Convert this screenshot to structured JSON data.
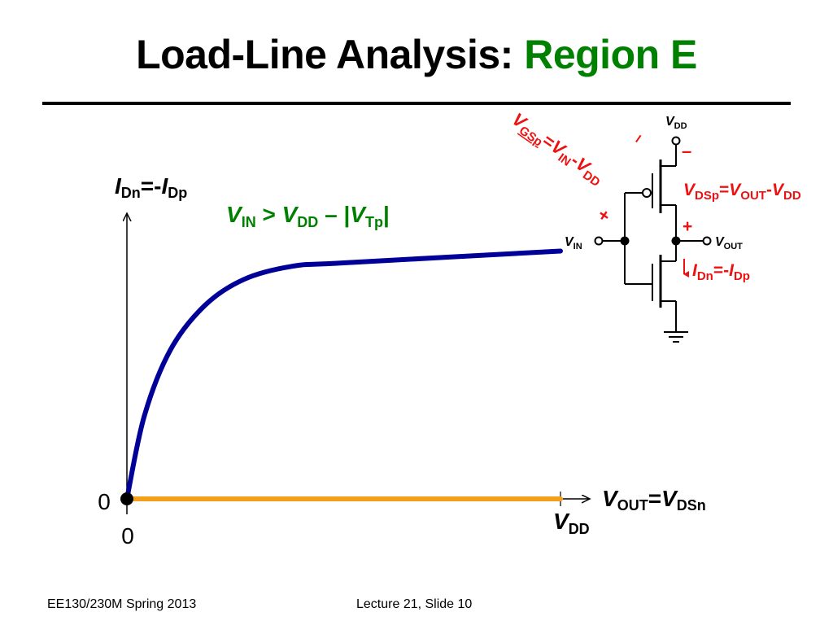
{
  "slide": {
    "title_main": "Load-Line Analysis:",
    "title_accent": "Region E",
    "colors": {
      "accent_green": "#008000",
      "curve_blue": "#000099",
      "load_orange": "#f5a01a",
      "annotation_red": "#ee1111"
    }
  },
  "chart_data": {
    "type": "line",
    "condition": {
      "sym_in": "V",
      "sub_in": "IN",
      "op": ">",
      "sym_dd": "V",
      "sub_dd": "DD",
      "minus": "–",
      "bar": "|",
      "sym_tp": "V",
      "sub_tp": "Tp"
    },
    "y_axis": {
      "sym1": "I",
      "sub1": "Dn",
      "eq": "=-",
      "sym2": "I",
      "sub2": "Dp"
    },
    "x_axis": {
      "sym1": "V",
      "sub1": "OUT",
      "eq": "=",
      "sym2": "V",
      "sub2": "DSn"
    },
    "origin_y_label": "0",
    "origin_x_label": "0",
    "x_tick": {
      "sym": "V",
      "sub": "DD"
    },
    "series": [
      {
        "kind": "pmos-current-curve",
        "color": "#000099",
        "x": [
          0,
          0.04,
          0.1,
          0.18,
          0.27,
          0.38,
          0.5,
          1.0
        ],
        "y": [
          0,
          0.35,
          0.63,
          0.82,
          0.93,
          0.985,
          1.0,
          1.05
        ]
      },
      {
        "kind": "nmos-load-line",
        "color": "#f5a01a",
        "x": [
          0,
          1.0
        ],
        "y": [
          0,
          0
        ]
      }
    ]
  },
  "circuit": {
    "vdd": {
      "sym": "V",
      "sub": "DD"
    },
    "vin": {
      "sym": "V",
      "sub": "IN"
    },
    "vout": {
      "sym": "V",
      "sub": "OUT"
    },
    "vgsp": {
      "sym1": "V",
      "sub1": "GSp",
      "eq": "=",
      "sym2": "V",
      "sub2": "IN",
      "minus": "-",
      "sym3": "V",
      "sub3": "DD"
    },
    "vdsp": {
      "sym1": "V",
      "sub1": "DSp",
      "eq": "=",
      "sym2": "V",
      "sub2": "OUT",
      "minus": "-",
      "sym3": "V",
      "sub3": "DD"
    },
    "idn": {
      "sym1": "I",
      "sub1": "Dn",
      "eq": "=-",
      "sym2": "I",
      "sub2": "Dp"
    },
    "signs": {
      "plus": "+",
      "minus_dash": "–",
      "minus_tick": "–"
    }
  },
  "footer": {
    "left": "EE130/230M Spring 2013",
    "right": "Lecture 21, Slide 10"
  }
}
